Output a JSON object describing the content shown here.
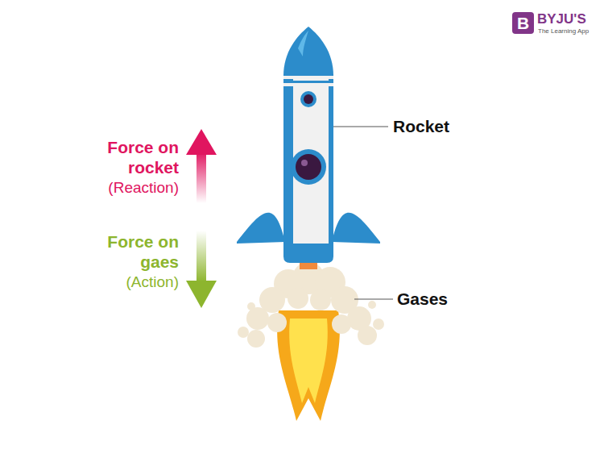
{
  "diagram": {
    "nodes": [
      {
        "text": [
          "B"
        ]
      }
    ],
    "labels": [
      "Force on rocket",
      "(Reaction)",
      "Force on gaes",
      "(Action)",
      "Rocket",
      "Gases",
      "BYJU'S",
      "The Learning App"
    ]
  }
}
